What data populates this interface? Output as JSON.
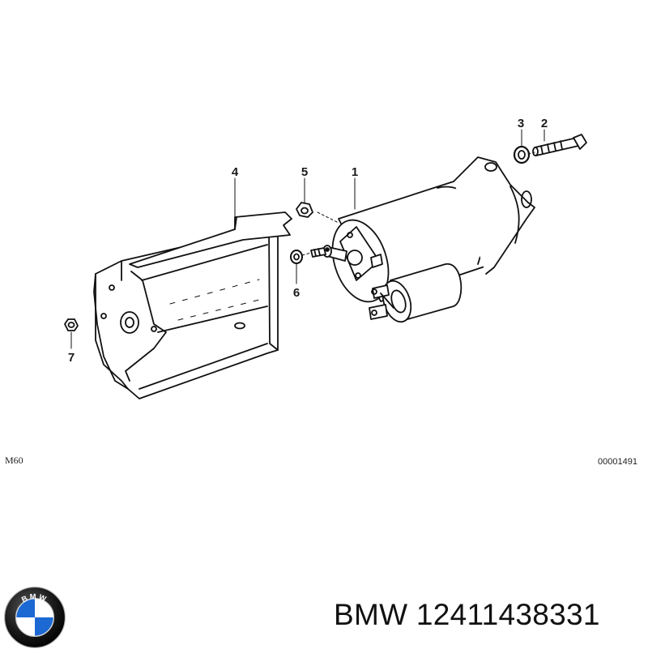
{
  "diagram": {
    "callouts": [
      {
        "number": "1"
      },
      {
        "number": "2"
      },
      {
        "number": "3"
      },
      {
        "number": "4"
      },
      {
        "number": "5"
      },
      {
        "number": "6"
      },
      {
        "number": "7"
      }
    ],
    "engine_code": "M60",
    "diagram_number": "00001491"
  },
  "brand": {
    "name": "BMW",
    "logo_letters": "BMW",
    "part_caption": "BMW 12411438331",
    "colors": {
      "blue": "#1c69d4",
      "ring": "#1a1a1a",
      "white": "#ffffff"
    }
  }
}
